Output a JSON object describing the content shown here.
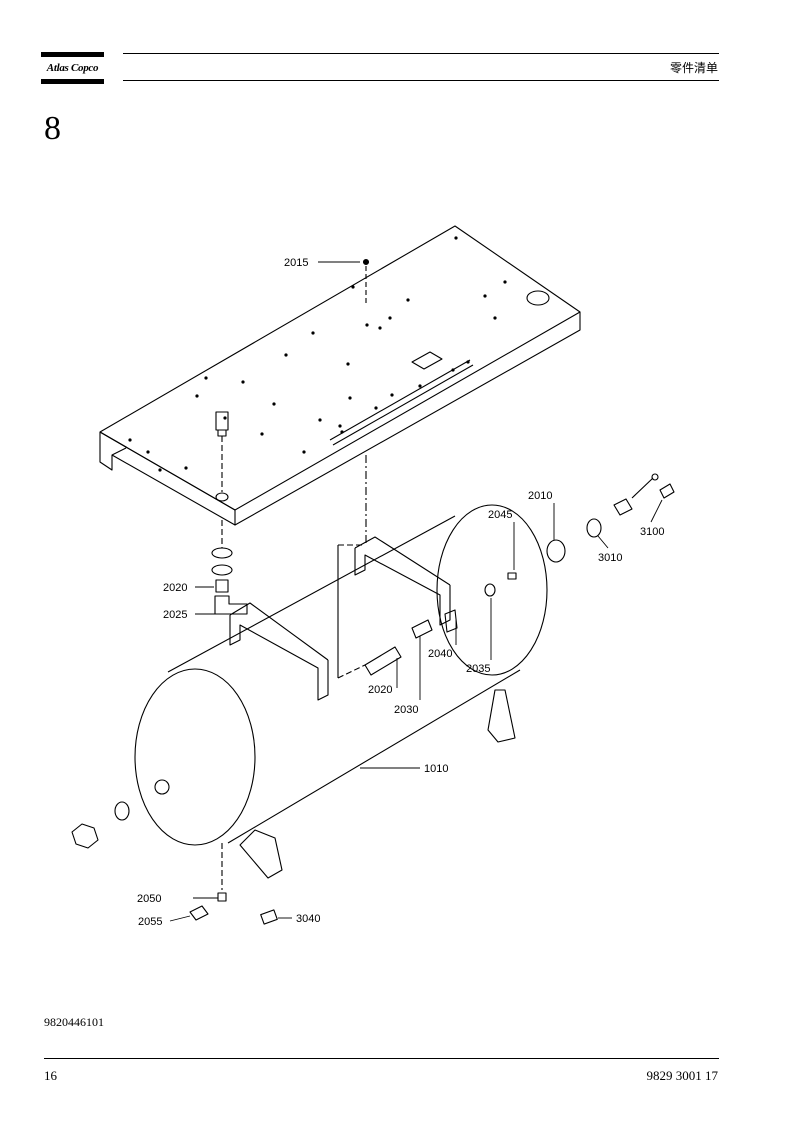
{
  "header": {
    "brand": "Atlas Copco",
    "title": "零件清单"
  },
  "section": {
    "number": "8"
  },
  "callouts": {
    "c2015": "2015",
    "c2010": "2010",
    "c2045": "2045",
    "c3100": "3100",
    "c3010": "3010",
    "c2020a": "2020",
    "c2025": "2025",
    "c2040": "2040",
    "c2035": "2035",
    "c2020b": "2020",
    "c2030": "2030",
    "c1010": "1010",
    "c2050": "2050",
    "c2055": "2055",
    "c3040": "3040"
  },
  "footer": {
    "doc_ref": "9820446101",
    "page_number": "16",
    "doc_number": "9829 3001 17"
  }
}
